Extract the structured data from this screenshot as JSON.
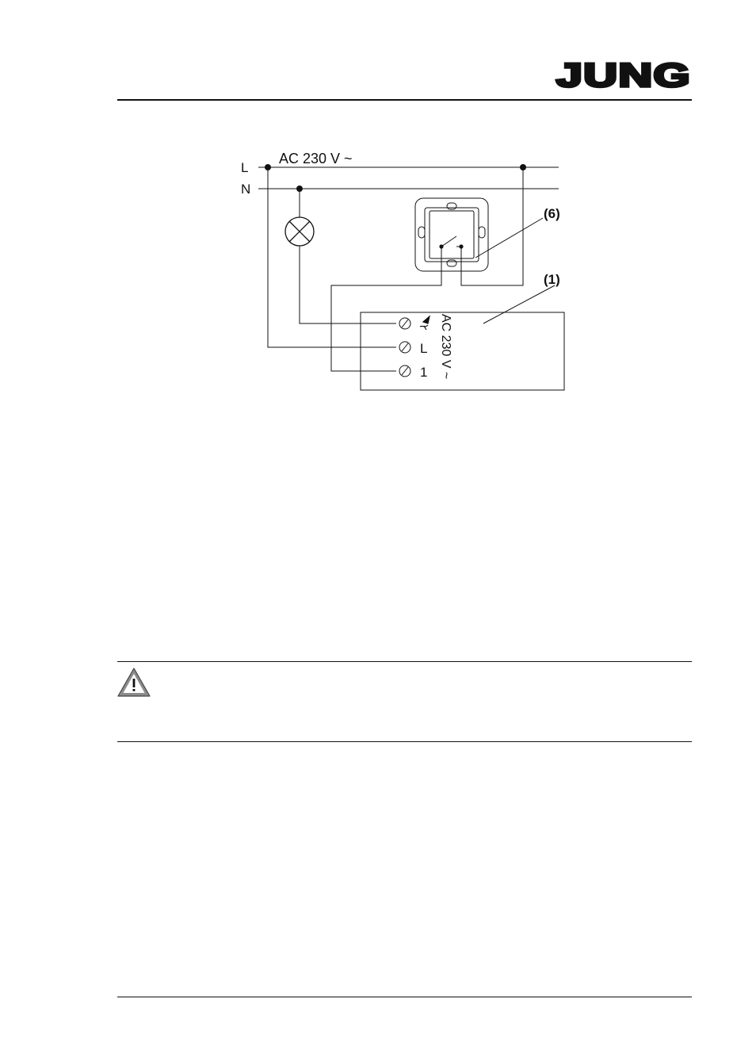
{
  "brand": {
    "logo_text": "JUNG"
  },
  "diagram": {
    "line_L": "L",
    "line_N": "N",
    "supply_label": "AC 230 V ~",
    "callout_6": "(6)",
    "callout_1": "(1)",
    "terminal_L": "L",
    "terminal_1": "1",
    "device_voltage": "AC 230 V ~",
    "icons": [
      "lamp-icon",
      "switch-insert-icon",
      "fan-terminal-icon",
      "screw-terminal-icon"
    ]
  },
  "warning": {
    "icon": "warning-triangle-icon"
  },
  "colors": {
    "ink": "#111111",
    "icon_gray": "#8c8c8c",
    "background": "#ffffff"
  }
}
